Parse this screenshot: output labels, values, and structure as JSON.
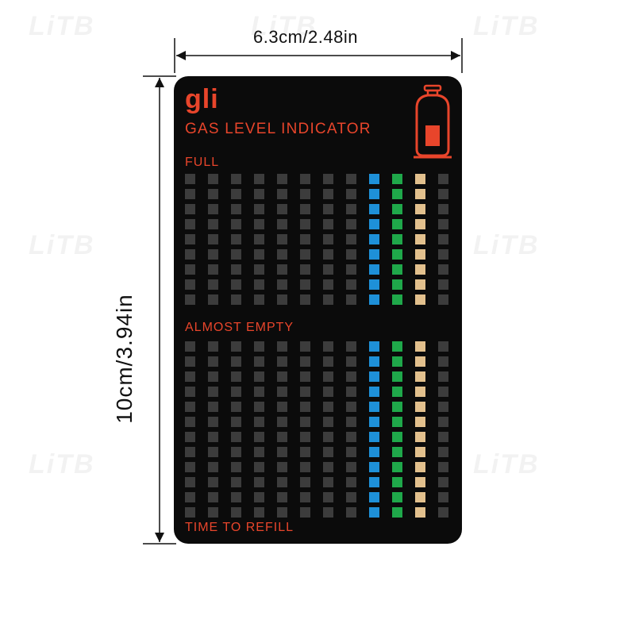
{
  "dimensions": {
    "width_label": "6.3cm/2.48in",
    "height_label": "10cm/3.94in"
  },
  "watermark_text": "LiTB",
  "card": {
    "brand": "gli",
    "title": "GAS LEVEL INDICATOR",
    "label_full": "FULL",
    "label_almost_empty": "ALMOST EMPTY",
    "label_refill": "TIME TO REFILL",
    "icon": "gas-cylinder-icon"
  },
  "indicator": {
    "rows_upper": 9,
    "rows_lower": 12,
    "columns": 12,
    "column_colors": [
      "#3c3c3c",
      "#3c3c3c",
      "#3c3c3c",
      "#3c3c3c",
      "#3c3c3c",
      "#3c3c3c",
      "#3c3c3c",
      "#3c3c3c",
      "#1e90d8",
      "#1fa84a",
      "#e2c08d",
      "#3c3c3c"
    ]
  },
  "colors": {
    "card_background": "#0b0b0b",
    "accent_text": "#e8452b",
    "dim_line": "#111111"
  }
}
